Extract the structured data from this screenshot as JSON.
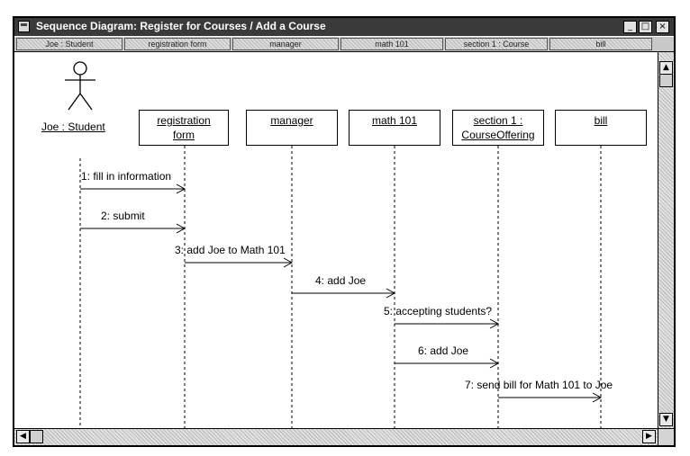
{
  "window": {
    "title": "Sequence Diagram: Register for Courses / Add a Course",
    "controls": {
      "minimize": "_",
      "maximize": "□",
      "close": "×"
    }
  },
  "header_tabs": [
    "Joe : Student",
    "registration form",
    "manager",
    "math 101",
    "section 1 : Course",
    "bill"
  ],
  "actor": {
    "name": "Joe : Student",
    "icon": "stick-figure-icon"
  },
  "objects": [
    {
      "name": "registration\nform"
    },
    {
      "name": "manager"
    },
    {
      "name": "math 101"
    },
    {
      "name": "section 1 :\nCourseOffering"
    },
    {
      "name": "bill"
    }
  ],
  "messages": [
    {
      "label": "1: fill in information",
      "from": 0,
      "to": 1
    },
    {
      "label": "2: submit",
      "from": 0,
      "to": 1
    },
    {
      "label": "3: add Joe to Math 101",
      "from": 1,
      "to": 2
    },
    {
      "label": "4: add Joe",
      "from": 2,
      "to": 3
    },
    {
      "label": "5: accepting students?",
      "from": 3,
      "to": 4
    },
    {
      "label": "6: add Joe",
      "from": 3,
      "to": 4
    },
    {
      "label": "7: send bill for Math 101 to Joe",
      "from": 4,
      "to": 5
    }
  ]
}
